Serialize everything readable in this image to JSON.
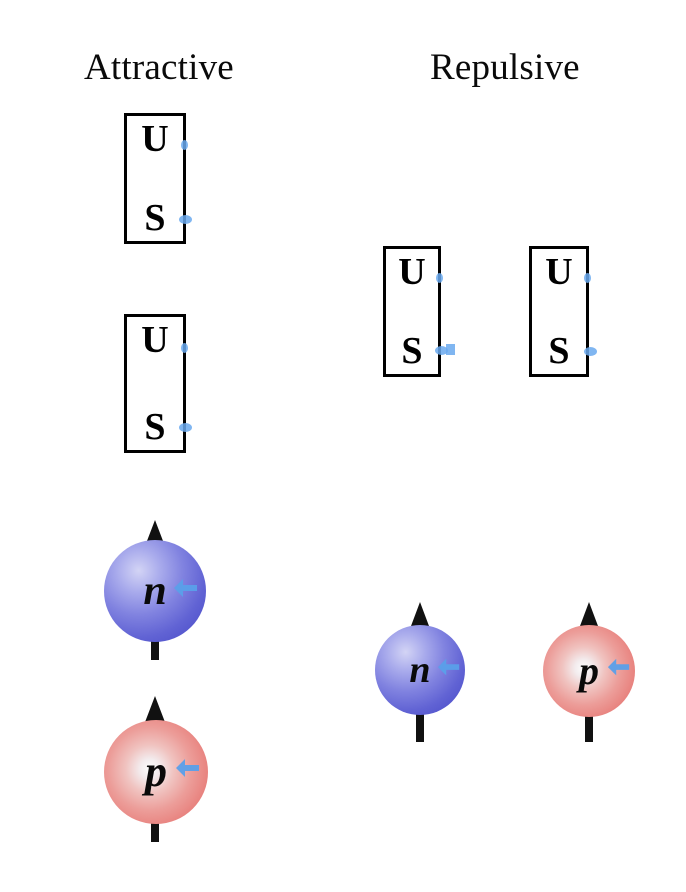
{
  "figure": {
    "background_color": "#ffffff",
    "accent_blue": "#6aa9ee",
    "neutron_color": "#5b5dd2",
    "proton_color": "#e8817d",
    "outline_color": "#000000"
  },
  "columns": [
    {
      "id": "attractive",
      "title": "Attractive"
    },
    {
      "id": "repulsive",
      "title": "Repulsive"
    }
  ],
  "magnets": {
    "pole_top_label": "U",
    "pole_bottom_label": "S",
    "attractive": [
      {
        "name": "magnet-attractive-upper",
        "pole_top": "U",
        "pole_bottom": "S"
      },
      {
        "name": "magnet-attractive-lower",
        "pole_top": "U",
        "pole_bottom": "S"
      }
    ],
    "repulsive": [
      {
        "name": "magnet-repulsive-left",
        "pole_top": "U",
        "pole_bottom": "S"
      },
      {
        "name": "magnet-repulsive-right",
        "pole_top": "U",
        "pole_bottom": "S"
      }
    ]
  },
  "nucleons": {
    "attractive": [
      {
        "name": "neutron-attractive",
        "label": "n",
        "type": "neutron",
        "spin": "up",
        "color": "#5b5dd2"
      },
      {
        "name": "proton-attractive",
        "label": "p",
        "type": "proton",
        "spin": "up",
        "color": "#e8817d"
      }
    ],
    "repulsive": [
      {
        "name": "neutron-repulsive",
        "label": "n",
        "type": "neutron",
        "spin": "up",
        "color": "#5b5dd2"
      },
      {
        "name": "proton-repulsive",
        "label": "p",
        "type": "proton",
        "spin": "up",
        "color": "#e8817d"
      }
    ]
  }
}
